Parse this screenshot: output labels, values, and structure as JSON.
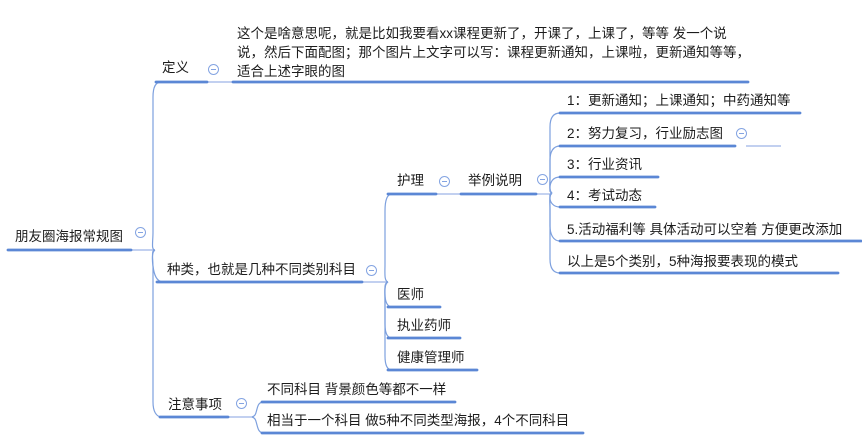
{
  "app": {
    "canvas_background": "#ffffff"
  },
  "colors": {
    "branch_line": "#5b87d5",
    "thin_line": "#9db4e6",
    "collapse_icon": "#84a4e2",
    "text": "#1c1c1c"
  },
  "icons": {
    "collapse": "minus-circle"
  },
  "mindmap": {
    "root": {
      "label": "朋友圈海报常规图"
    },
    "branches": [
      {
        "label": "定义",
        "children": [
          {
            "label": "这个是啥意思呢，就是比如我要看xx课程更新了，开课了，上课了，等等 发一个说说，然后下面配图；那个图片上文字可以写：课程更新通知，上课啦，更新通知等等，适合上述字眼的图"
          }
        ]
      },
      {
        "label": "种类，也就是几种不同类别科目",
        "children": [
          {
            "label": "护理",
            "children": [
              {
                "label": "举例说明",
                "children": [
                  {
                    "label": "1：更新通知；上课通知；中药通知等"
                  },
                  {
                    "label": "2：努力复习，行业励志图"
                  },
                  {
                    "label": "3：行业资讯"
                  },
                  {
                    "label": "4：考试动态"
                  },
                  {
                    "label": "5.活动福利等 具体活动可以空着 方便更改添加"
                  },
                  {
                    "label": "以上是5个类别，5种海报要表现的模式"
                  }
                ]
              }
            ]
          },
          {
            "label": "医师"
          },
          {
            "label": "执业药师"
          },
          {
            "label": "健康管理师"
          }
        ]
      },
      {
        "label": "注意事项",
        "children": [
          {
            "label": "不同科目 背景颜色等都不一样"
          },
          {
            "label": "相当于一个科目 做5种不同类型海报，4个不同科目"
          }
        ]
      }
    ]
  }
}
